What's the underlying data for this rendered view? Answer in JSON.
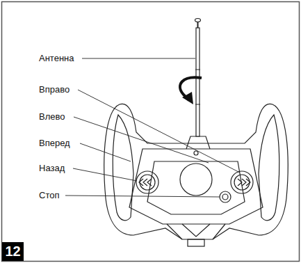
{
  "diagram": {
    "nodes": [
      {
        "text": [
          "12"
        ]
      }
    ],
    "labels": [
      "Антенна",
      "Вправо",
      "Влево",
      "Вперед",
      "Назад",
      "Стоп"
    ]
  }
}
